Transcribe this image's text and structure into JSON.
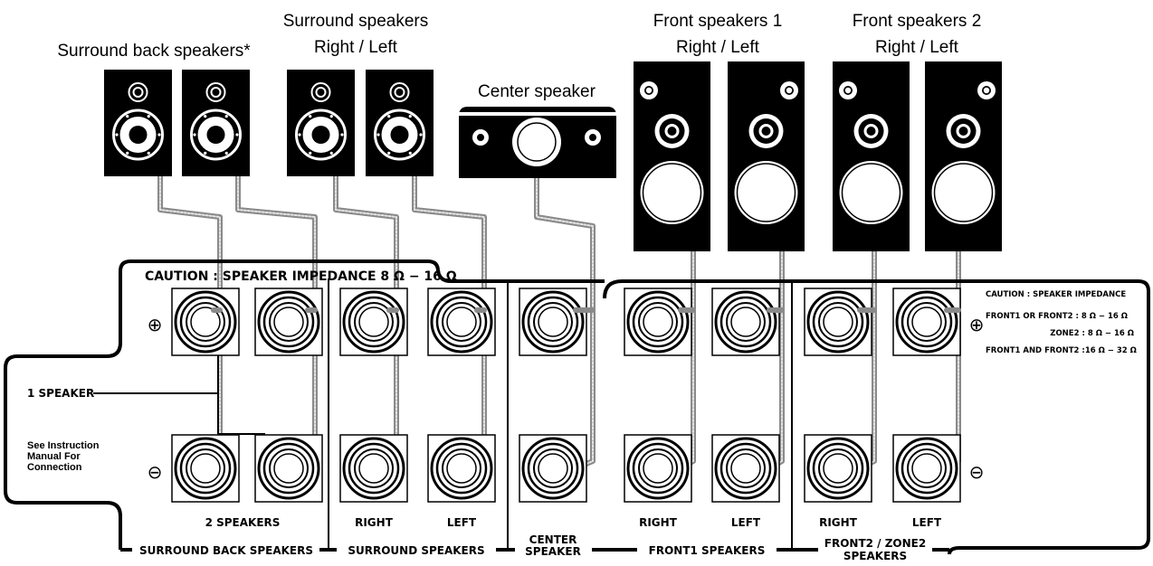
{
  "speaker_labels": {
    "surround_back": "Surround back speakers*",
    "surround_line1": "Surround speakers",
    "surround_line2": "Right / Left",
    "center": "Center speaker",
    "front1_line1": "Front speakers 1",
    "front1_line2": "Right / Left",
    "front2_line1": "Front speakers 2",
    "front2_line2": "Right / Left"
  },
  "panel": {
    "caution_left": "CAUTION : SPEAKER  IMPEDANCE 8 Ω − 16 Ω",
    "caution_right_title": "CAUTION : SPEAKER  IMPEDANCE",
    "caution_right_line1": "FRONT1  OR  FRONT2  :  8 Ω − 16 Ω",
    "caution_right_line2": "ZONE2  :  8 Ω − 16 Ω",
    "caution_right_line3": "FRONT1 AND FRONT2  :16 Ω − 32 Ω",
    "one_speaker": "1 SPEAKER",
    "manual_line1": "See Instruction",
    "manual_line2": "Manual For",
    "manual_line3": "Connection",
    "two_speakers": "2 SPEAKERS",
    "surround_right": "RIGHT",
    "surround_left": "LEFT",
    "front1_right": "RIGHT",
    "front1_left": "LEFT",
    "front2_right": "RIGHT",
    "front2_left": "LEFT",
    "group_surround_back": "SURROUND BACK SPEAKERS",
    "group_surround": "SURROUND SPEAKERS",
    "group_center_line1": "CENTER",
    "group_center_line2": "SPEAKER",
    "group_front1": "FRONT1 SPEAKERS",
    "group_front2_line1": "FRONT2 / ZONE2",
    "group_front2_line2": "SPEAKERS",
    "plus_symbol": "⊕",
    "minus_symbol": "⊖"
  },
  "colors": {
    "ink": "#000000",
    "cable": "#8a8a8a",
    "background": "#ffffff"
  }
}
